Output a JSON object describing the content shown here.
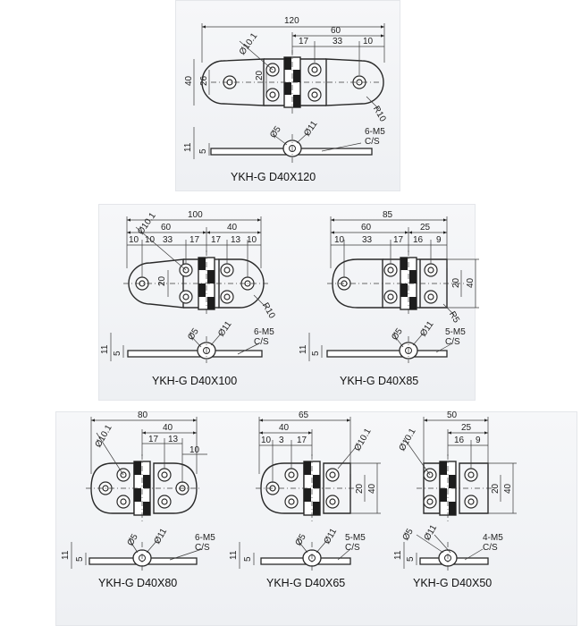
{
  "colors": {
    "background": "#ffffff",
    "panel": "#f1f2f5",
    "line": "#2a2a2a"
  },
  "hinges": [
    {
      "id": "d40x120",
      "caption": "YKH-G D40X120",
      "plan_dims": [
        "120",
        "60",
        "17",
        "33",
        "10",
        "Ø10.1",
        "40",
        "26",
        "20",
        "R10"
      ],
      "side_dims": [
        "Ø5",
        "Ø11",
        "6-M5",
        "C/S",
        "11",
        "5"
      ]
    },
    {
      "id": "d40x100",
      "caption": "YKH-G D40X100",
      "plan_dims": [
        "100",
        "60",
        "40",
        "10",
        "10",
        "33",
        "17",
        "17",
        "13",
        "10",
        "Ø10.1",
        "20",
        "R10"
      ],
      "side_dims": [
        "Ø5",
        "Ø11",
        "6-M5",
        "C/S",
        "11",
        "5"
      ]
    },
    {
      "id": "d40x85",
      "caption": "YKH-G D40X85",
      "plan_dims": [
        "85",
        "60",
        "25",
        "10",
        "33",
        "17",
        "16",
        "9",
        "20",
        "40",
        "R5"
      ],
      "side_dims": [
        "Ø5",
        "Ø11",
        "5-M5",
        "C/S",
        "11",
        "5"
      ]
    },
    {
      "id": "d40x80",
      "caption": "YKH-G D40X80",
      "plan_dims": [
        "80",
        "40",
        "17",
        "13",
        "10",
        "Ø10.1"
      ],
      "side_dims": [
        "Ø5",
        "Ø11",
        "6-M5",
        "C/S",
        "11",
        "5"
      ]
    },
    {
      "id": "d40x65",
      "caption": "YKH-G D40X65",
      "plan_dims": [
        "65",
        "40",
        "10",
        "3",
        "17",
        "Ø10.1",
        "20",
        "40"
      ],
      "side_dims": [
        "Ø5",
        "Ø11",
        "5-M5",
        "C/S",
        "11",
        "5"
      ]
    },
    {
      "id": "d40x50",
      "caption": "YKH-G D40X50",
      "plan_dims": [
        "50",
        "25",
        "16",
        "9",
        "Ø10.1",
        "20",
        "40"
      ],
      "side_dims": [
        "Ø5",
        "Ø11",
        "4-M5",
        "C/S",
        "11",
        "5"
      ]
    }
  ]
}
